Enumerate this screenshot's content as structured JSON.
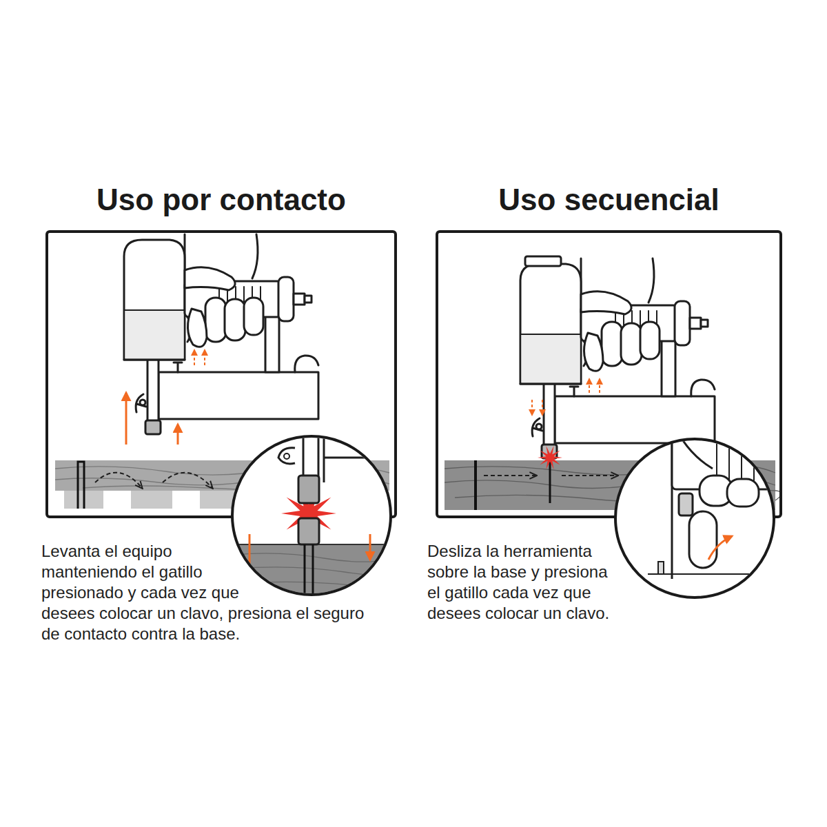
{
  "diagram": {
    "nodes": [
      {
        "text": [
          "Uso por contacto",
          "Levanta el equipo manteniendo el gatillo presionado y cada vez que desees colocar un clavo, presiona el seguro de contacto contra la base."
        ]
      },
      {
        "text": [
          "Uso secuencial",
          "Desliza la herramienta sobre la base y presiona el gatillo cada vez que desees colocar un clavo."
        ]
      }
    ]
  }
}
